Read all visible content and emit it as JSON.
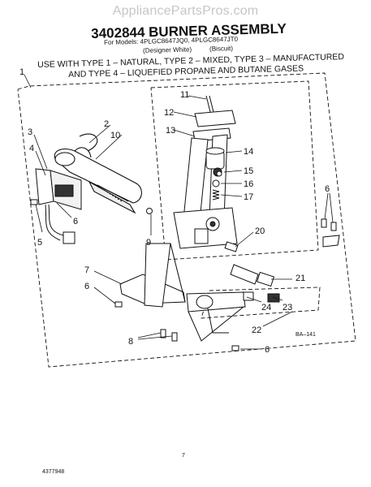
{
  "watermark": "AppliancePartsPros.com",
  "header": {
    "title": "3402844 BURNER ASSEMBLY",
    "models": "For Models: 4PLGC8647JQ0, 4PLGC8647JT0",
    "finish_left": "(Designer White)",
    "finish_right": "(Biscuit)",
    "gas_line1": "USE WITH TYPE 1 – NATURAL, TYPE 2 – MIXED, TYPE 3 – MANUFACTURED",
    "gas_line2": "AND TYPE 4 – LIQUEFIED PROPANE AND BUTANE GASES"
  },
  "callouts": {
    "c1": "1",
    "c2": "2",
    "c3": "3",
    "c4": "4",
    "c5": "5",
    "c6a": "6",
    "c6b": "6",
    "c6c": "6",
    "c6d": "6",
    "c7": "7",
    "c8": "8",
    "c9": "9",
    "c10": "10",
    "c11": "11",
    "c12": "12",
    "c13": "13",
    "c14": "14",
    "c15": "15",
    "c16": "16",
    "c17": "17",
    "c20": "20",
    "c21": "21",
    "c22": "22",
    "c23": "23",
    "c24": "24"
  },
  "figure_code": "BA–141",
  "footer": {
    "page": "7",
    "doc_number": "4377948"
  }
}
